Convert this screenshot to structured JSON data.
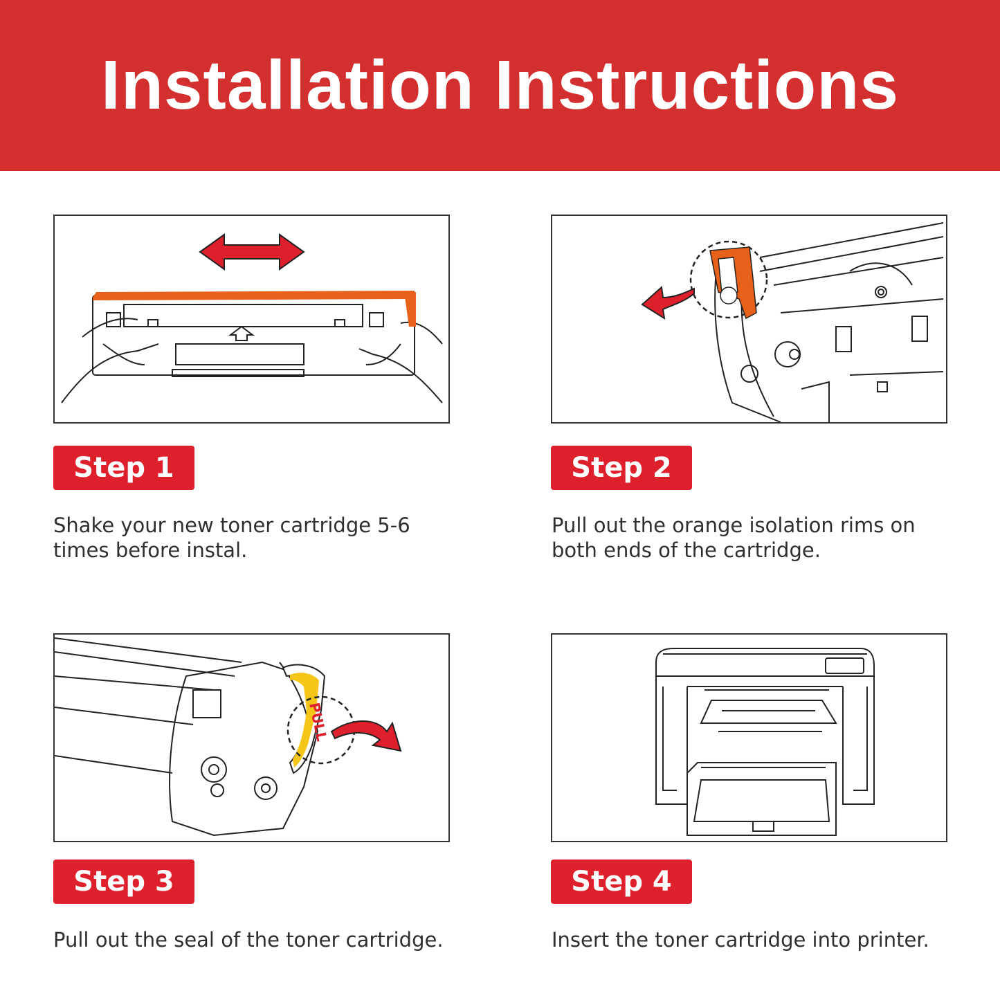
{
  "header": {
    "title": "Installation Instructions"
  },
  "steps": [
    {
      "label": "Step 1",
      "text": "Shake your new toner cartridge 5-6 times before instal."
    },
    {
      "label": "Step 2",
      "text": "Pull out the orange isolation rims on both ends of the cartridge."
    },
    {
      "label": "Step 3",
      "text": "Pull out the seal of the toner cartridge."
    },
    {
      "label": "Step 4",
      "text": "Insert the toner cartridge into printer."
    }
  ],
  "illustrations": {
    "pull_tab_label": "PULL"
  },
  "colors": {
    "header_bg": "#d32f2f",
    "badge_bg": "#de1f2c",
    "accent_orange": "#e8611a",
    "seal_yellow": "#f5c518"
  }
}
